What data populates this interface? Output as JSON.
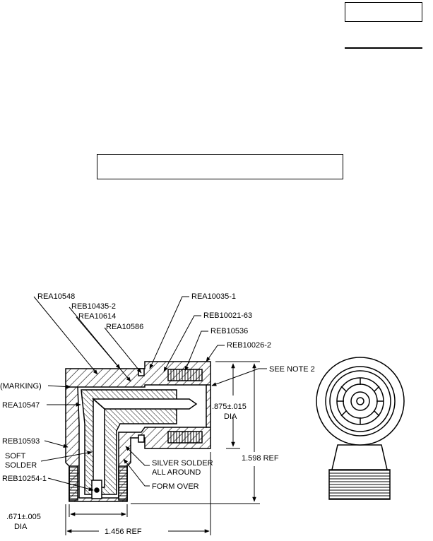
{
  "callouts": {
    "rea10548": "REA10548",
    "reb10435_2": "REB10435-2",
    "rea10614": "REA10614",
    "rea10586": "REA10586",
    "rea10035_1": "REA10035-1",
    "reb10021_63": "REB10021-63",
    "reb10536": "REB10536",
    "reb10026_2": "REB10026-2",
    "see_note_2": "SEE NOTE 2",
    "marking": "(MARKING)",
    "rea10547": "REA10547",
    "reb10593": "REB10593",
    "soft": "SOFT",
    "solder": "SOLDER",
    "reb10254_1": "REB10254-1",
    "silver_solder": "SILVER SOLDER",
    "all_around": "ALL AROUND",
    "form_over": "FORM OVER"
  },
  "dimensions": {
    "dia_875": ".875±.015",
    "dia_875_unit": "DIA",
    "ref_1598": "1.598 REF",
    "dia_671": ".671±.005",
    "dia_671_unit": "DIA",
    "ref_1456": "1.456 REF"
  }
}
